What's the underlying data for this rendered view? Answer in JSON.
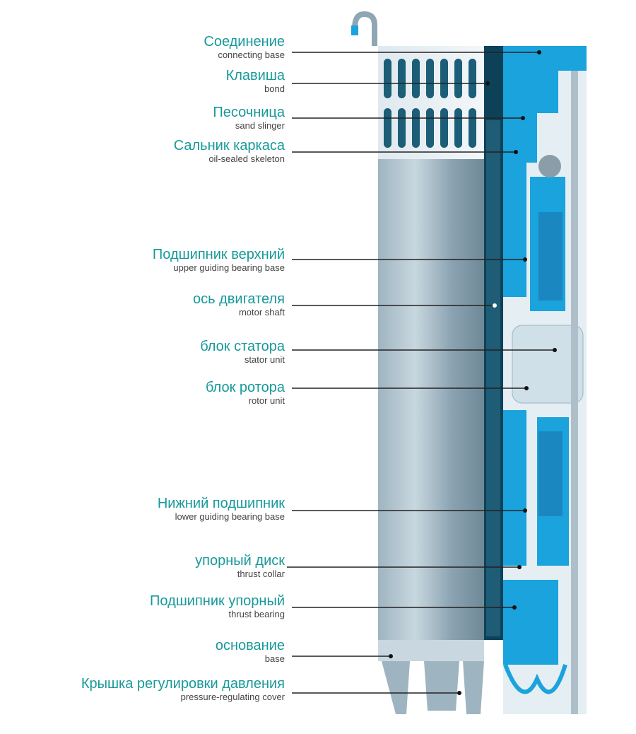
{
  "labels": [
    {
      "ru": "Соединение",
      "en": "connecting base"
    },
    {
      "ru": "Клавиша",
      "en": "bond"
    },
    {
      "ru": "Песочница",
      "en": "sand slinger"
    },
    {
      "ru": "Сальник каркаса",
      "en": "oil-sealed skeleton"
    },
    {
      "ru": "Подшипник верхний",
      "en": "upper guiding bearing base"
    },
    {
      "ru": "ось двигателя",
      "en": "motor shaft"
    },
    {
      "ru": "блок статора",
      "en": "stator unit"
    },
    {
      "ru": "блок ротора",
      "en": "rotor unit"
    },
    {
      "ru": "Нижний подшипник",
      "en": "lower guiding bearing base"
    },
    {
      "ru": "упорный диск",
      "en": "thrust collar"
    },
    {
      "ru": "Подшипник упорный",
      "en": "thrust bearing"
    },
    {
      "ru": "основание",
      "en": "base"
    },
    {
      "ru": "Крышка регулировки давления",
      "en": "pressure-regulating cover"
    }
  ],
  "colors": {
    "label_ru": "#17999a",
    "label_en": "#444444",
    "blue": "#1aa3dc",
    "steel": "#7f97a6",
    "shaft": "#0d4158"
  }
}
